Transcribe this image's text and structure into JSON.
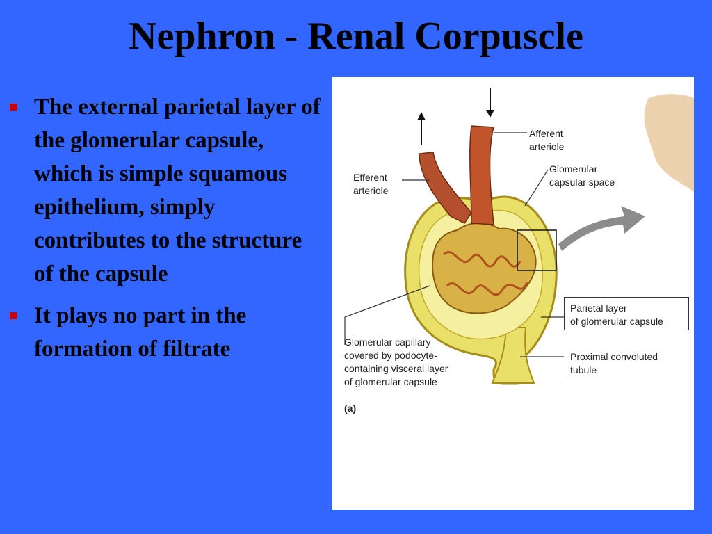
{
  "slide": {
    "title": "Nephron - Renal Corpuscle",
    "bullets": [
      {
        "text": "The external parietal layer of the glomerular capsule, which is simple squamous epithelium, simply contributes to the structure of the capsule"
      },
      {
        "text": "It plays no part in the formation of filtrate"
      }
    ],
    "colors": {
      "background": "#3366ff",
      "bullet_marker": "#cc0000",
      "text": "#000000"
    }
  },
  "figure": {
    "labels": {
      "afferent": [
        "Afferent",
        "arteriole"
      ],
      "efferent": [
        "Efferent",
        "arteriole"
      ],
      "capsular_space": [
        "Glomerular",
        "capsular space"
      ],
      "parietal": [
        "Parietal layer",
        "of glomerular capsule"
      ],
      "capillary": [
        "Glomerular capillary",
        "covered by podocyte-",
        "containing visceral layer",
        "of glomerular capsule"
      ],
      "proximal": [
        "Proximal convoluted",
        "tubule"
      ]
    },
    "panel": "(a)",
    "icons": [
      "flow-in-arrow-icon",
      "flow-out-arrow-icon",
      "magnify-arrow-icon"
    ],
    "colors": {
      "capsule": "#e8dd60",
      "capsule_edge": "#b59a1a",
      "vessel": "#b84a2a",
      "arrow": "#888888"
    }
  }
}
